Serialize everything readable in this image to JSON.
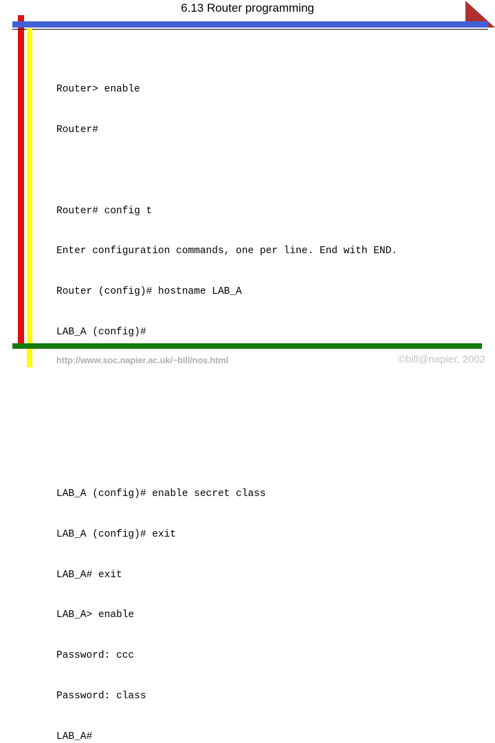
{
  "slide": {
    "title": "6.13 Router programming",
    "background_color": "#ffffff"
  },
  "decorations": {
    "blue_bar_color": "#4060d8",
    "black_rule_color": "#000000",
    "red_bar_color": "#e01010",
    "yellow_bar_color": "#ffff00",
    "green_bar_color": "#157a0d",
    "triangle_color": "#b03030",
    "triangle_name": "corner-triangle"
  },
  "console": {
    "lines": [
      "Router> enable",
      "Router#",
      "",
      "Router# config t",
      "Enter configuration commands, one per line. End with END.",
      "Router (config)# hostname LAB_A",
      "LAB_A (config)#",
      "",
      "",
      "",
      "LAB_A (config)# enable secret class",
      "LAB_A (config)# exit",
      "LAB_A# exit",
      "LAB_A> enable",
      "Password: ccc",
      "Password: class",
      "LAB_A#"
    ]
  },
  "footer": {
    "url": "http://www.soc.napier.ac.uk/~bill/nos.html",
    "url_color": "#b0b0b0",
    "copyright": "©bill@napier, 2002",
    "copyright_color": "#c4c4c4"
  }
}
